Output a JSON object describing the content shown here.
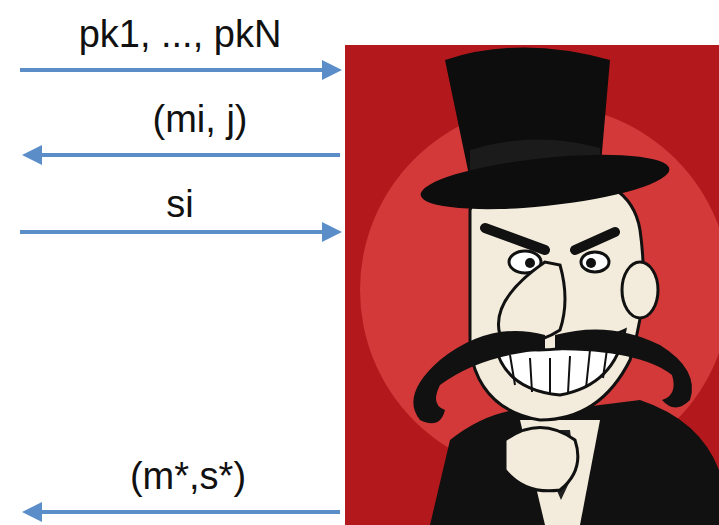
{
  "diagram": {
    "labels": [
      "pk1, ..., pkN",
      "(mi, j)",
      "si",
      "(m*,s*)"
    ]
  }
}
